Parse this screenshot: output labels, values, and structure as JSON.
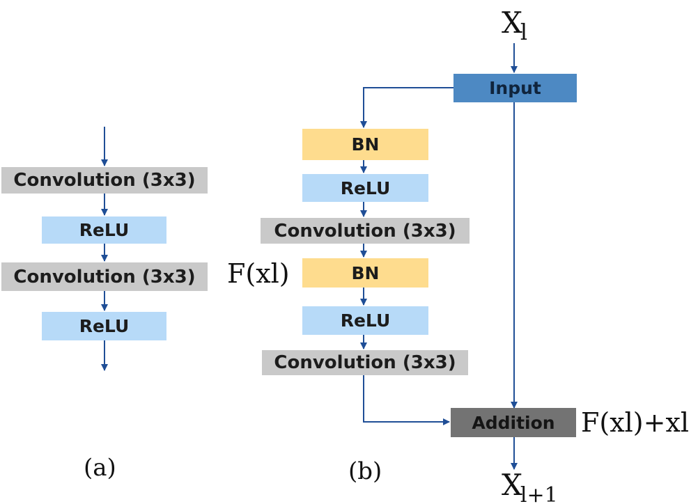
{
  "panel_a": {
    "blocks": [
      "Convolution (3x3)",
      "ReLU",
      "Convolution (3x3)",
      "ReLU"
    ],
    "caption": "(a)"
  },
  "panel_b": {
    "input_symbol": {
      "base": "X",
      "sub": "l"
    },
    "input_block": "Input",
    "blocks": [
      "BN",
      "ReLU",
      "Convolution (3x3)",
      "BN",
      "ReLU",
      "Convolution (3x3)"
    ],
    "residual_label": "F(xl)",
    "addition_block": "Addition",
    "sum_label": "F(xl)+xl",
    "output_symbol": {
      "base": "X",
      "sub": "l+1"
    },
    "caption": "(b)"
  },
  "colors": {
    "arrow": "#1f4e96",
    "convolution": "#c9c9c9",
    "relu": "#b7daf8",
    "bn": "#fedc8e",
    "input": "#4d89c3",
    "addition": "#737373"
  }
}
